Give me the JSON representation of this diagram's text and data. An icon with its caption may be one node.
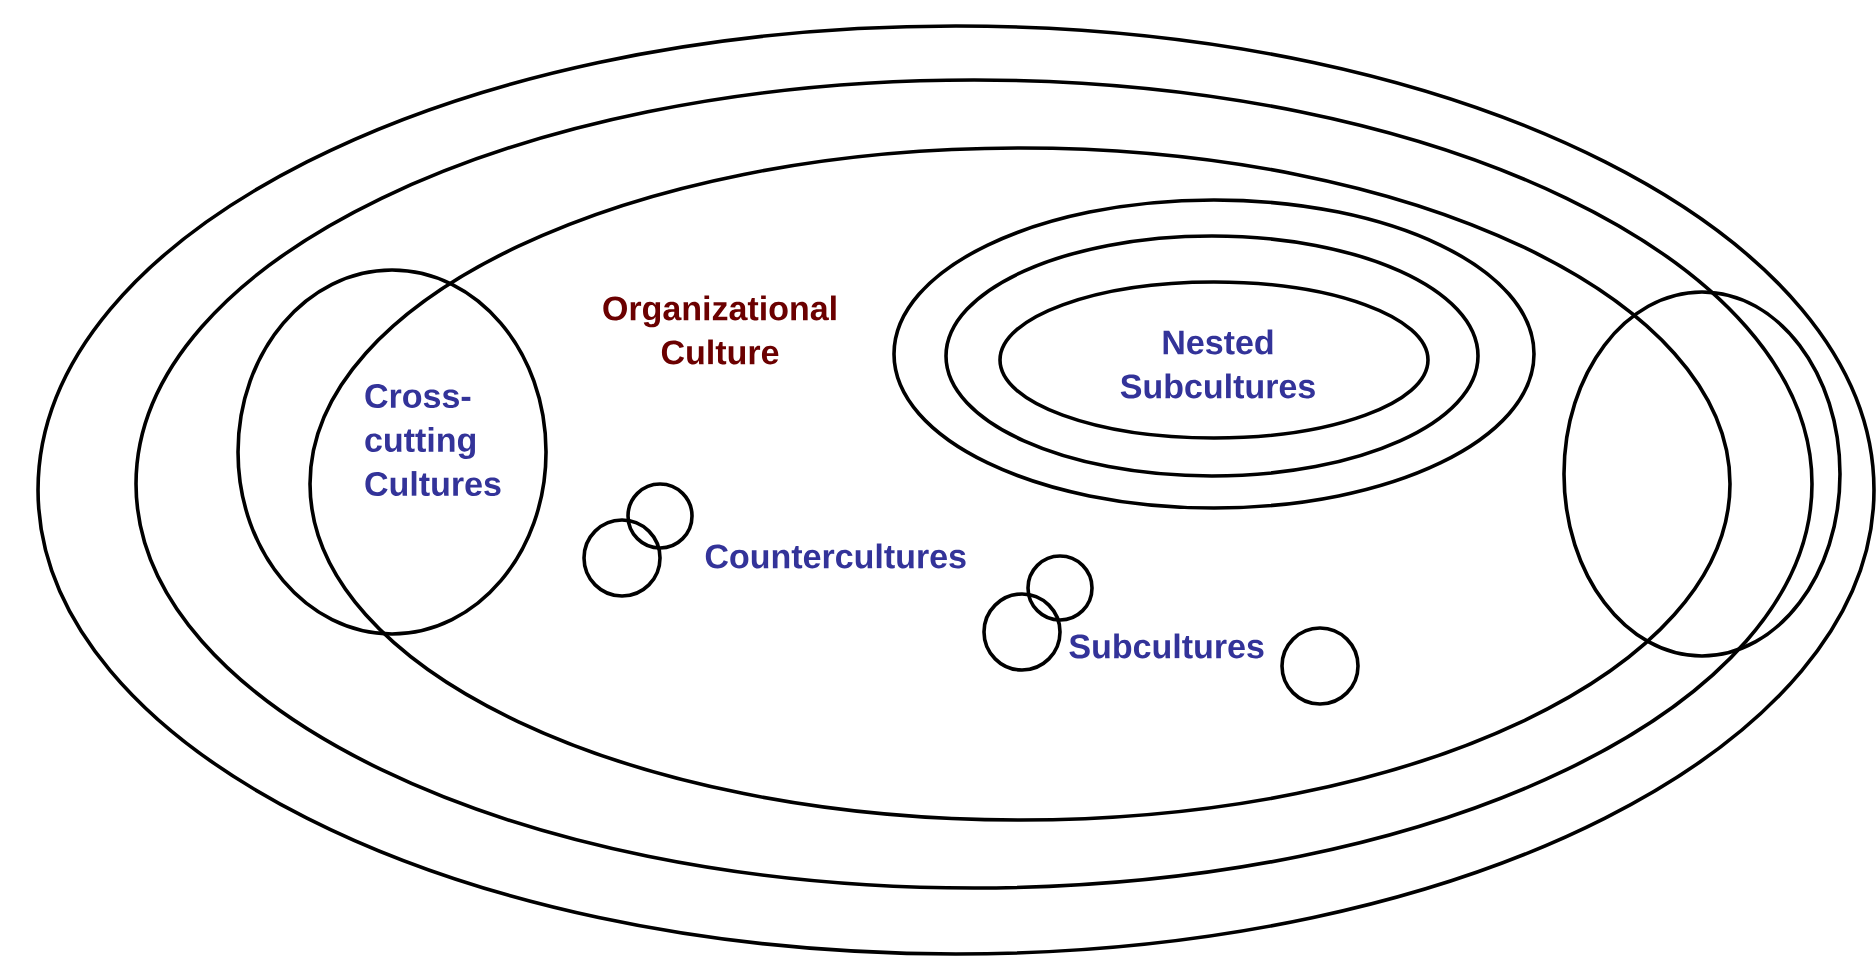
{
  "diagram": {
    "nodes": [
      {
        "text": [],
        "shape": "ellipse"
      },
      {
        "text": [],
        "shape": "ellipse",
        "in": 0
      },
      {
        "text": [
          "Organizational Culture"
        ],
        "in": 1
      },
      {
        "text": [
          "Cross-cutting Cultures"
        ],
        "in": 1
      },
      {
        "text": [],
        "shape": "ellipse",
        "in": 2
      },
      {
        "text": [],
        "shape": "ellipse",
        "in": 4
      },
      {
        "text": [
          "Nested Subcultures"
        ],
        "in": 5
      },
      {
        "text": [],
        "shape": "ellipse",
        "in": 0
      },
      {
        "text": [],
        "shape": "circle",
        "in": 2
      },
      {
        "text": [],
        "shape": "circle",
        "in": 2
      },
      {
        "text": [],
        "shape": "circle",
        "in": 2
      },
      {
        "text": [],
        "shape": "circle",
        "in": 2
      },
      {
        "text": [],
        "shape": "circle",
        "in": 2
      }
    ],
    "labels": [
      "Countercultures",
      "Subcultures"
    ]
  }
}
